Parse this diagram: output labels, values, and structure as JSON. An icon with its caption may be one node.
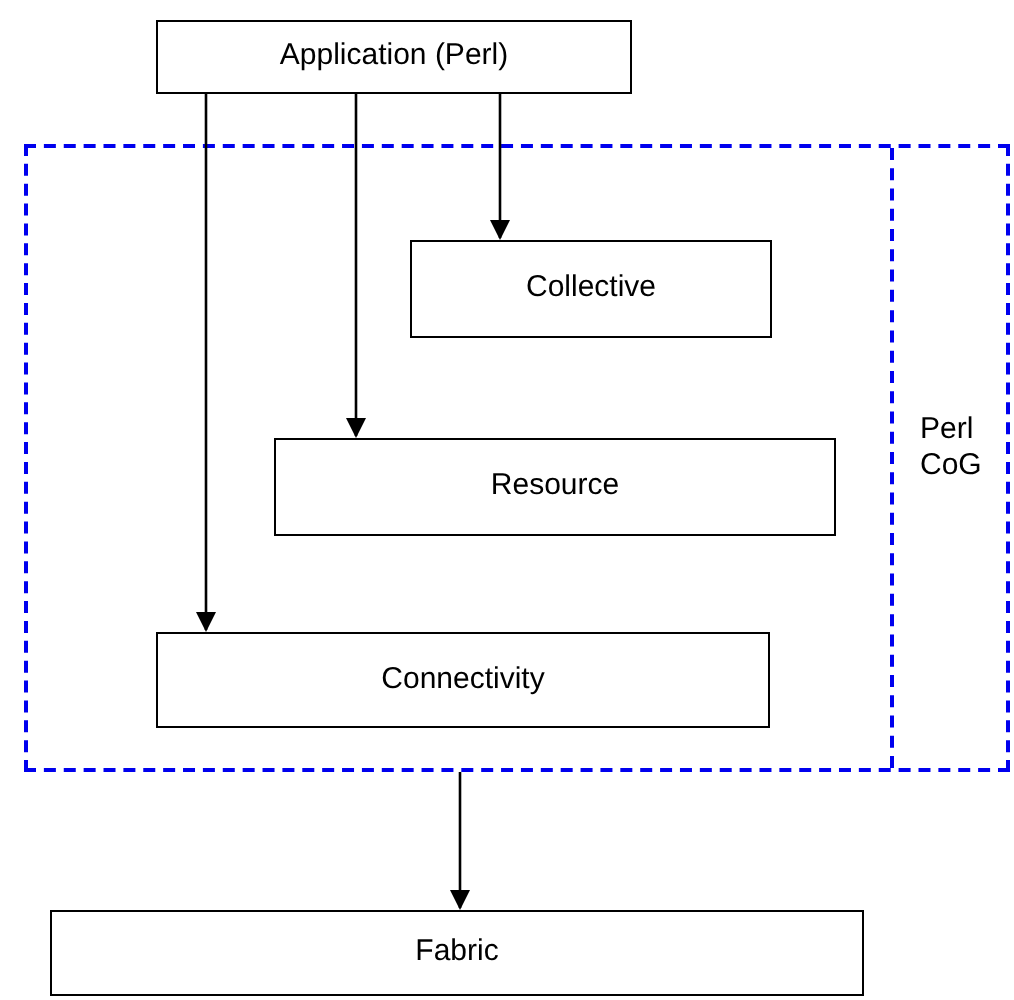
{
  "diagram": {
    "nodes": [
      {
        "text": [
          "Application (Perl)"
        ]
      },
      {
        "text": [
          "Perl CoG"
        ]
      },
      {
        "text": [
          "Collective"
        ],
        "in": 1
      },
      {
        "text": [
          "Resource"
        ],
        "in": 1
      },
      {
        "text": [
          "Connectivity"
        ],
        "in": 1
      },
      {
        "text": [
          "Fabric"
        ]
      }
    ],
    "edges": [
      {
        "from": 0,
        "to": 4,
        "arrow": "to"
      },
      {
        "from": 0,
        "to": 3,
        "arrow": "to"
      },
      {
        "from": 0,
        "to": 2,
        "arrow": "to"
      },
      {
        "from": 1,
        "to": 5,
        "arrow": "to"
      }
    ]
  }
}
